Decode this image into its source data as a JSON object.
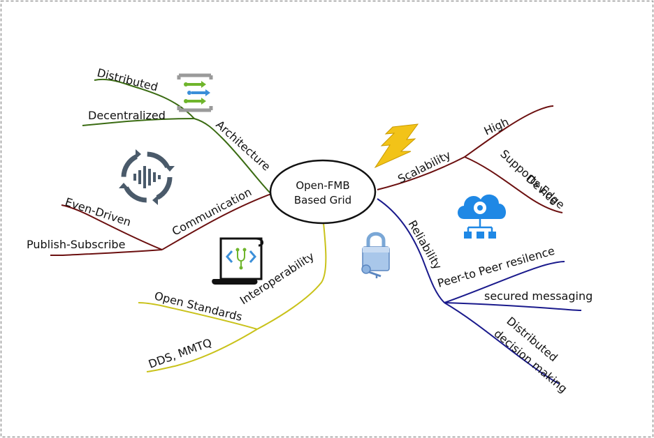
{
  "center": {
    "line1": "Open-FMB",
    "line2": "Based Grid"
  },
  "colors": {
    "architecture": "#3a6b12",
    "communication": "#6b0f0f",
    "interoperability": "#c9c21a",
    "scalability": "#6b0f0f",
    "reliability": "#1a1a8c",
    "frame": "#9a9a9a"
  },
  "branches": {
    "architecture": {
      "label": "Architecture",
      "children": [
        "Distributed",
        "Decentralized"
      ]
    },
    "communication": {
      "label": "Communication",
      "children": [
        "Even-Driven",
        "Publish-Subscribe"
      ]
    },
    "interoperability": {
      "label": "Interoperability",
      "children": [
        "Open Standards",
        "DDS, MMTQ"
      ]
    },
    "scalability": {
      "label": "Scalability",
      "children": [
        "High",
        "Supports Edge",
        "Device"
      ]
    },
    "reliability": {
      "label": "Reliability",
      "children": [
        "Peer-to Peer resilence",
        "secured messaging",
        "Distributed",
        "decision making"
      ]
    }
  },
  "icons": [
    "arrows-transfer-icon",
    "event-stream-icon",
    "script-code-icon",
    "lightning-icon",
    "cloud-network-icon",
    "padlock-key-icon"
  ]
}
